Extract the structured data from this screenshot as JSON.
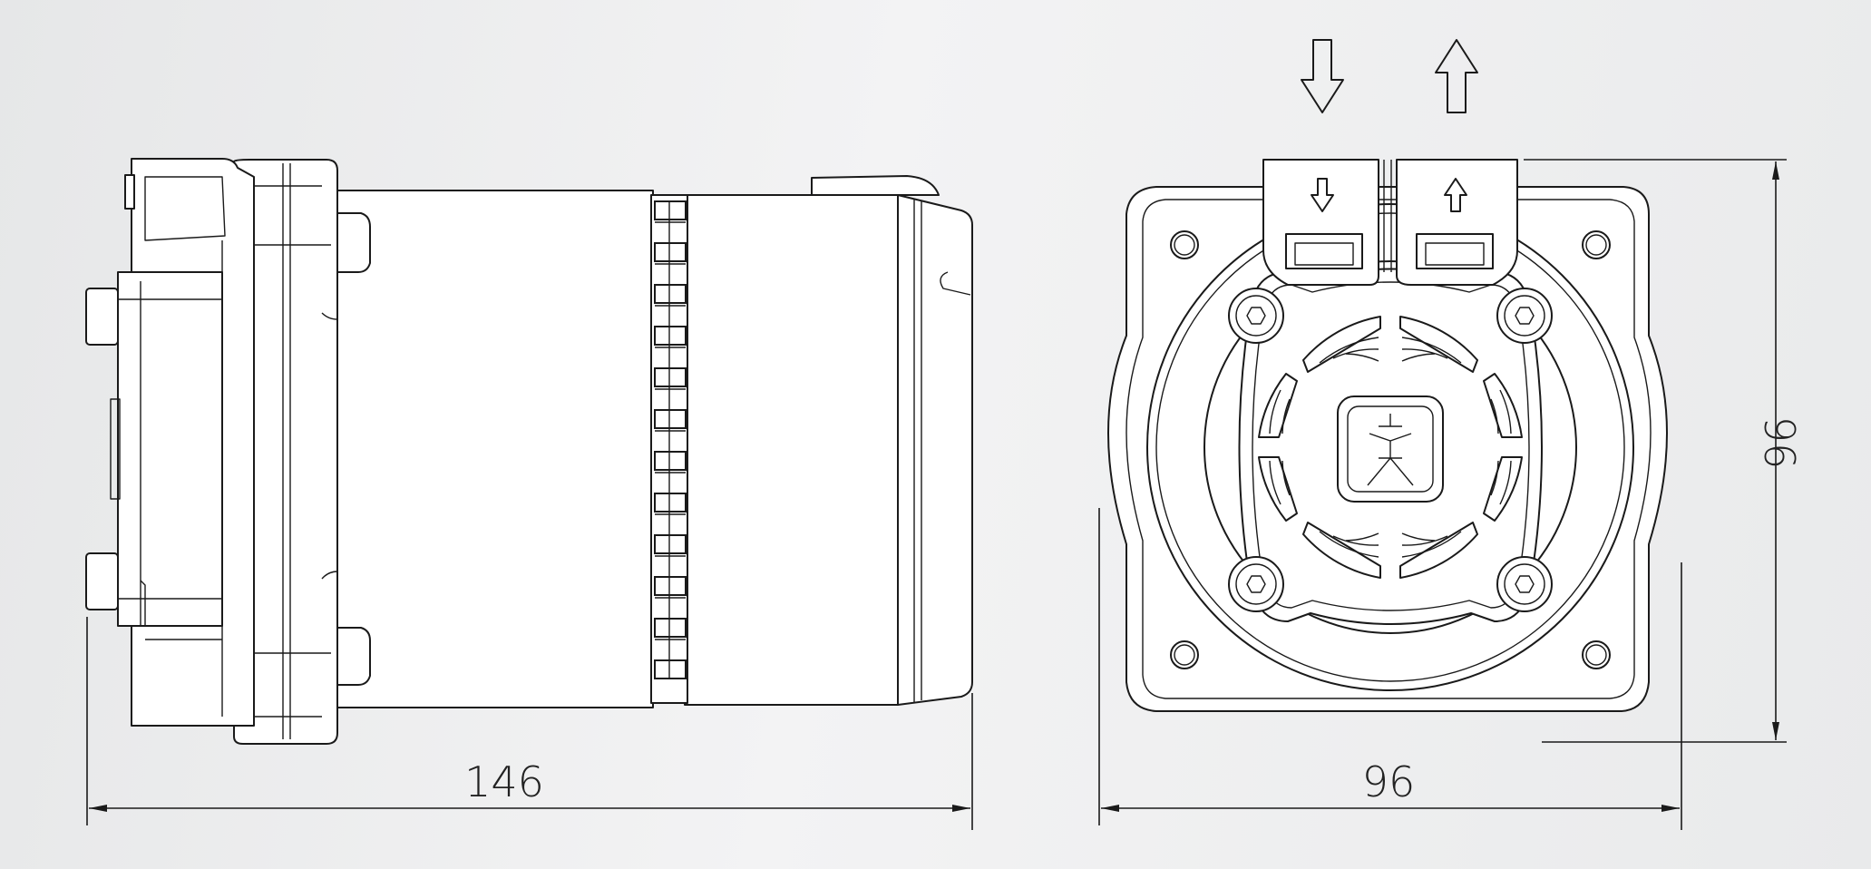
{
  "dimensions": {
    "side_length": "146",
    "front_width": "96",
    "front_height": "96"
  },
  "icons": {
    "inlet_arrow": "arrow-down-icon",
    "outlet_arrow": "arrow-up-icon",
    "logo": "brand-figure-logo-icon"
  }
}
